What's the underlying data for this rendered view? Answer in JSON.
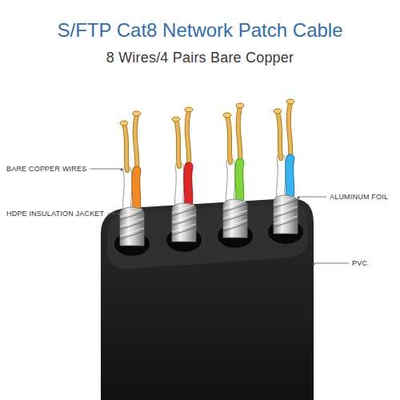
{
  "diagram": {
    "title": "S/FTP Cat8 Network Patch Cable",
    "labels": [
      "8 Wires/4 Pairs Bare Copper",
      "BARE COPPER WIRES",
      "HDPE INSULATION JACKET",
      "ALUMINUM FOIL",
      "PVC"
    ]
  }
}
